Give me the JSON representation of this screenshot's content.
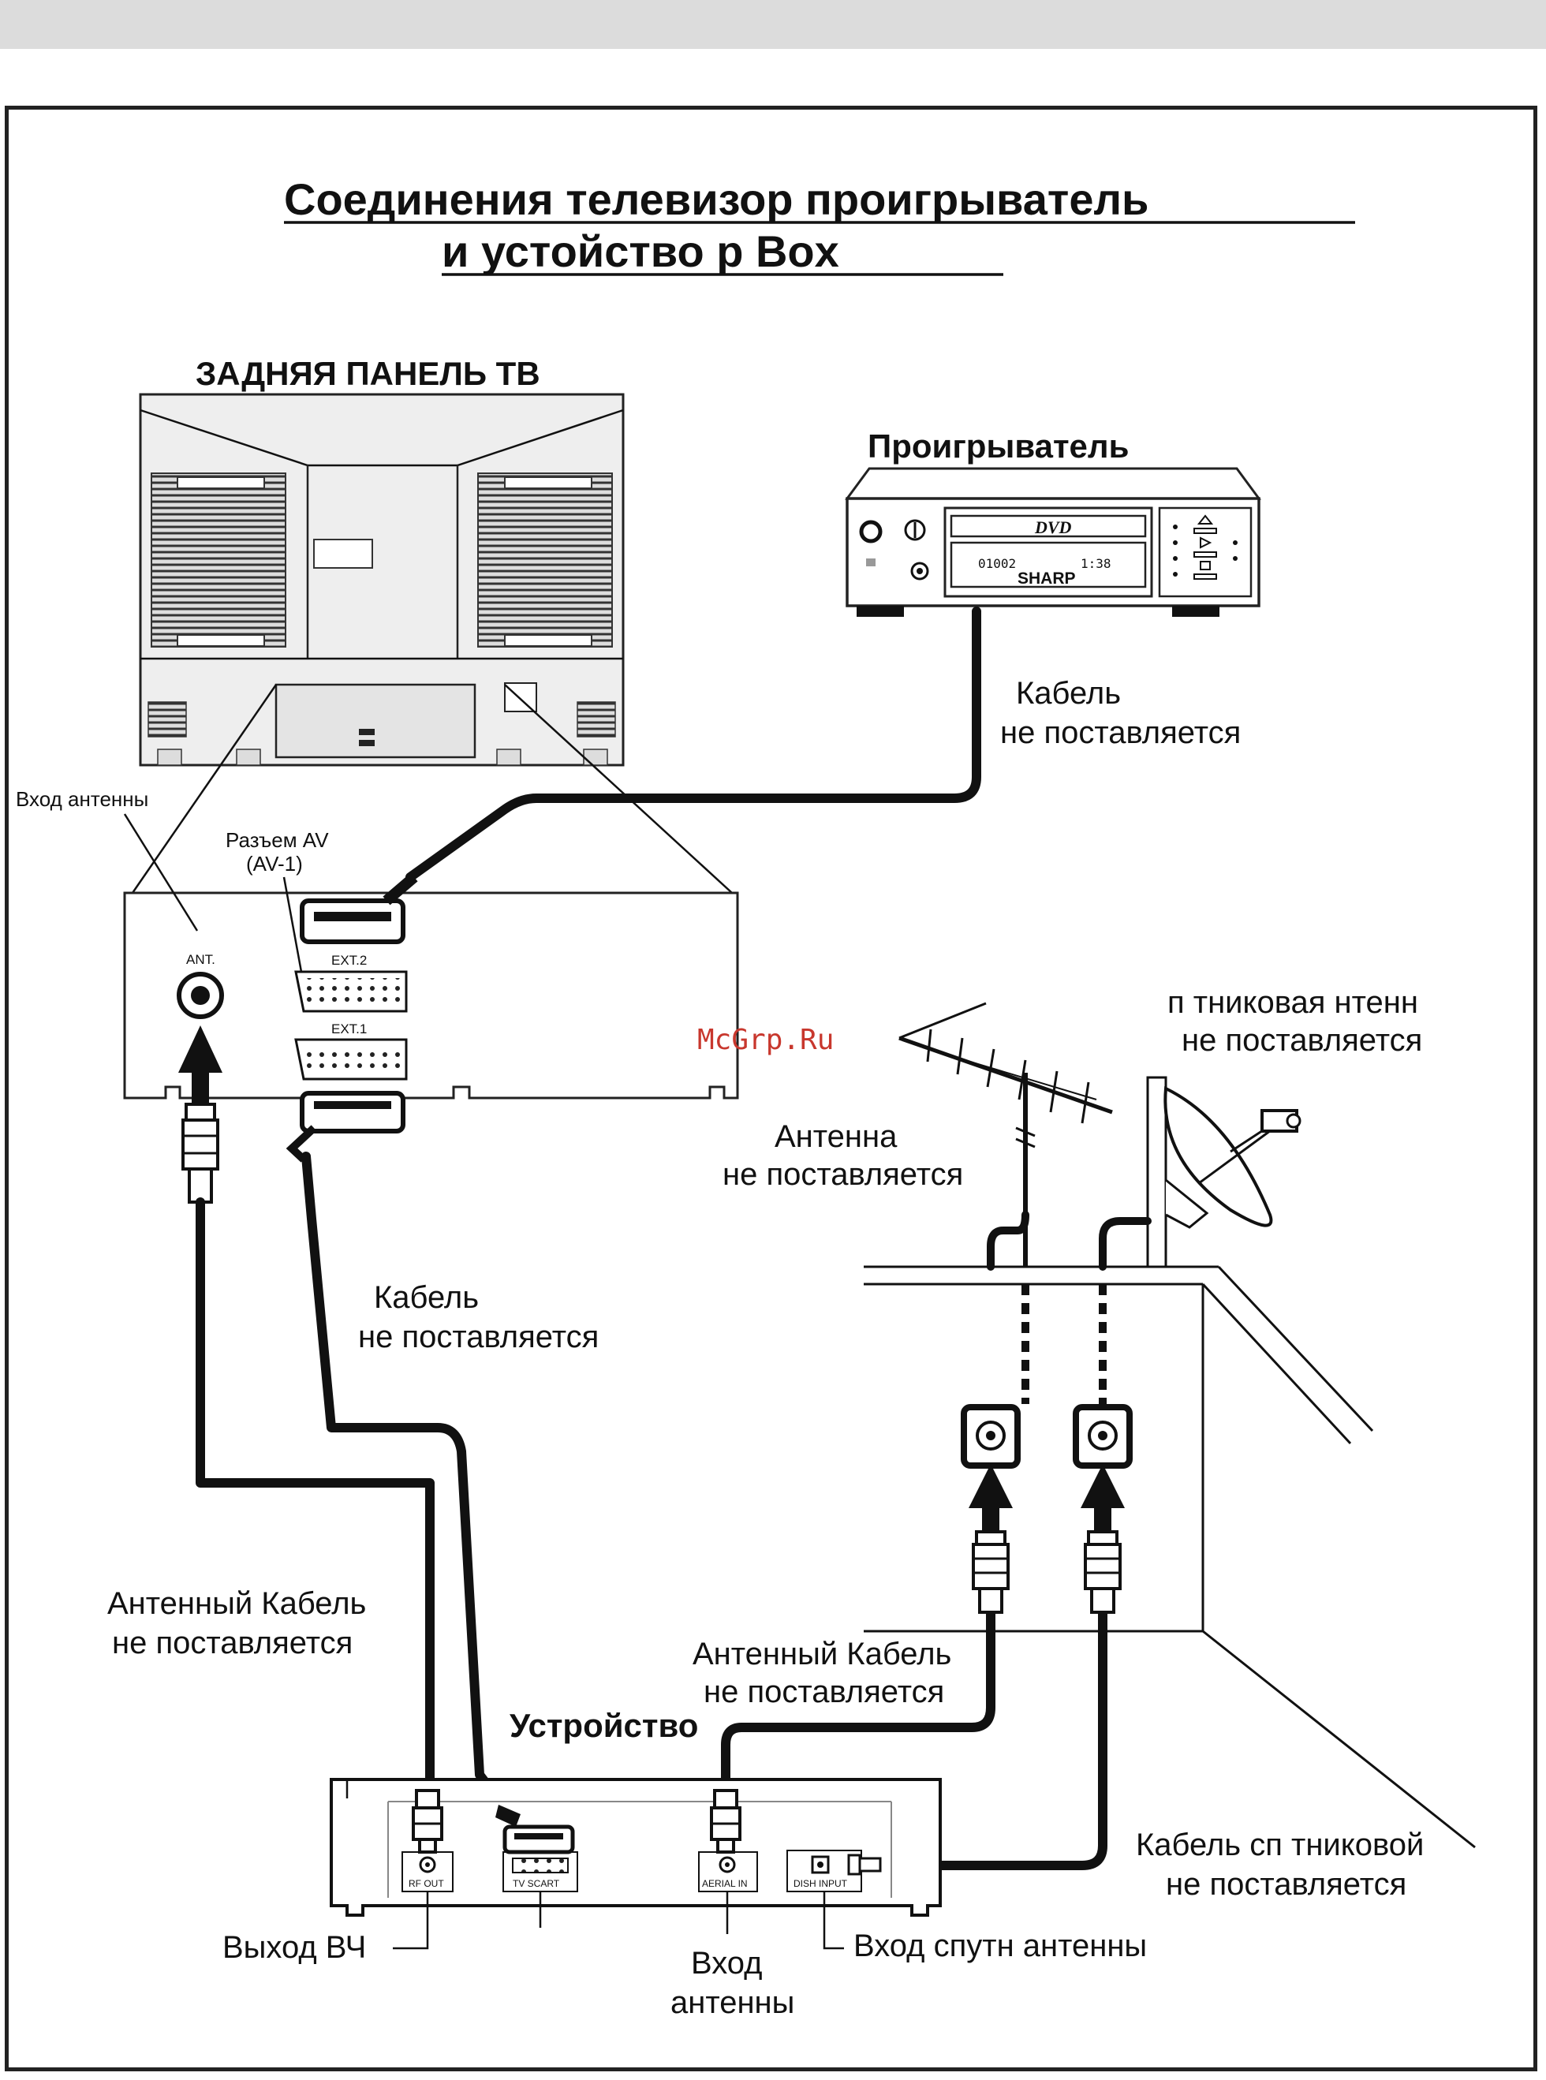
{
  "title": {
    "line1": "Соединения   телевизор проигрыватель",
    "line2": "и устойство          р Box"
  },
  "tv": {
    "panel_title": "ЗАДНЯЯ ПАНЕЛЬ ТВ",
    "antenna_input_label": "Вход  антенны",
    "av_socket_label_1": "Разъем AV",
    "av_socket_label_2": "(AV-1)",
    "ant_port": "ANT.",
    "ext2": "EXT.2",
    "ext1": "EXT.1"
  },
  "player": {
    "title": "Проигрыватель",
    "logo": "DVD",
    "display_left": "01002",
    "display_right": "1:38",
    "brand": "SHARP",
    "cable_label_1": "Кабель",
    "cable_label_2": "не поставляется"
  },
  "watermark": "McGrp.Ru",
  "antennas": {
    "dish_label_1": "п  тниковая   нтенн",
    "dish_label_2": "не поставляется",
    "aerial_label_1": "Антенна",
    "aerial_label_2": "не поставляется"
  },
  "scart_cable": {
    "label_1": "Кабель",
    "label_2": "не поставляется"
  },
  "antenna_cable_left": {
    "label_1": "Антенный Кабель",
    "label_2": "не поставляется"
  },
  "antenna_cable_right": {
    "label_1": "Антенный Кабель",
    "label_2": "не поставляется"
  },
  "box": {
    "title": "Устройство",
    "ports": [
      "RF OUT",
      "TV SCART",
      "AERIAL IN",
      "DISH INPUT"
    ],
    "rf_out_label": "Выход ВЧ",
    "aerial_in_label_1": "Вход",
    "aerial_in_label_2": "антенны",
    "dish_in_label": "Вход  спутн антенны"
  },
  "sat_cable": {
    "label_1": "Кабель сп  тниковой",
    "label_2": "не поставляется"
  }
}
